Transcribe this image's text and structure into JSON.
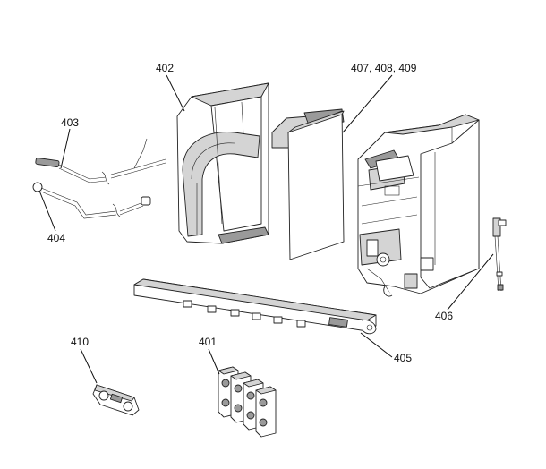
{
  "labels": {
    "l402": "402",
    "l403": "403",
    "l404": "404",
    "l407": "407, 408, 409",
    "l406": "406",
    "l405": "405",
    "l410": "410",
    "l401": "401"
  }
}
